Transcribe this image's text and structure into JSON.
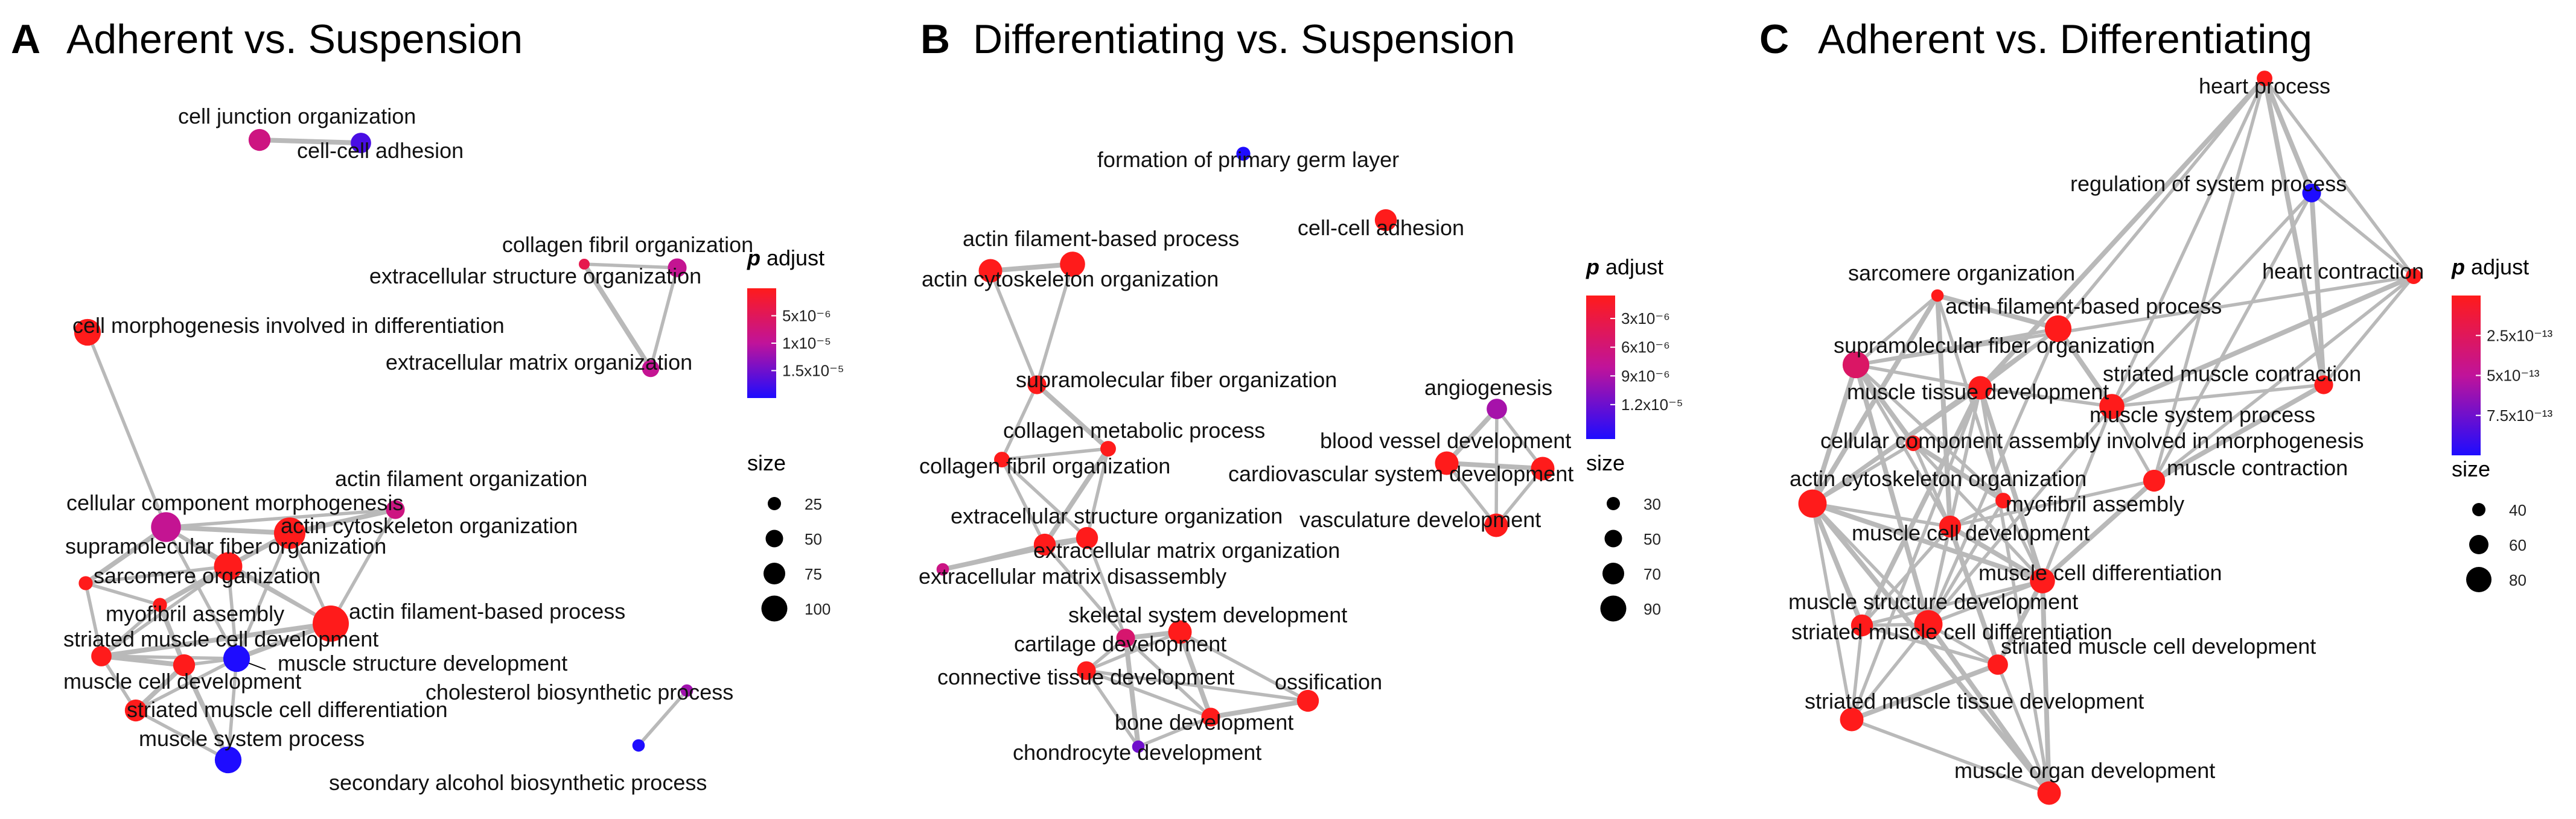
{
  "panels": [
    {
      "letter": "A",
      "title": "Adherent vs. Suspension",
      "nodes": [
        {
          "id": "a1",
          "label": "cell junction organization",
          "size": 55,
          "padj": 7e-06
        },
        {
          "id": "a2",
          "label": "cell-cell adhesion",
          "size": 50,
          "padj": 1.4e-05
        },
        {
          "id": "a3",
          "label": "collagen fibril organization",
          "size": 20,
          "padj": 4e-06
        },
        {
          "id": "a4",
          "label": "extracellular structure organization",
          "size": 45,
          "padj": 8e-06
        },
        {
          "id": "a5",
          "label": "extracellular matrix organization",
          "size": 40,
          "padj": 8e-06
        },
        {
          "id": "a6",
          "label": "cell morphogenesis involved in differentiation",
          "size": 70,
          "padj": 1e-06
        },
        {
          "id": "a7",
          "label": "cellular component morphogenesis",
          "size": 80,
          "padj": 8e-06
        },
        {
          "id": "a8",
          "label": "actin filament organization",
          "size": 45,
          "padj": 7e-06
        },
        {
          "id": "a9",
          "label": "actin cytoskeleton organization",
          "size": 85,
          "padj": 1e-06
        },
        {
          "id": "a10",
          "label": "supramolecular fiber organization",
          "size": 75,
          "padj": 1e-06
        },
        {
          "id": "a11",
          "label": "sarcomere organization",
          "size": 30,
          "padj": 1e-06
        },
        {
          "id": "a12",
          "label": "myofibril assembly",
          "size": 30,
          "padj": 1e-06
        },
        {
          "id": "a13",
          "label": "striated muscle cell development",
          "size": 50,
          "padj": 1e-06
        },
        {
          "id": "a14",
          "label": "actin filament-based process",
          "size": 100,
          "padj": 1e-06
        },
        {
          "id": "a15",
          "label": "muscle structure development",
          "size": 70,
          "padj": 1.6e-05
        },
        {
          "id": "a16",
          "label": "muscle cell development",
          "size": 55,
          "padj": 1e-06
        },
        {
          "id": "a17",
          "label": "striated muscle cell differentiation",
          "size": 55,
          "padj": 1e-06
        },
        {
          "id": "a18",
          "label": "muscle system process",
          "size": 70,
          "padj": 1.6e-05
        },
        {
          "id": "a19",
          "label": "cholesterol biosynthetic process",
          "size": 25,
          "padj": 1e-05
        },
        {
          "id": "a20",
          "label": "secondary alcohol biosynthetic process",
          "size": 25,
          "padj": 1.6e-05
        }
      ],
      "edges": [
        [
          "a1",
          "a2"
        ],
        [
          "a3",
          "a4"
        ],
        [
          "a4",
          "a5"
        ],
        [
          "a3",
          "a5"
        ],
        [
          "a19",
          "a20"
        ],
        [
          "a6",
          "a7"
        ],
        [
          "a7",
          "a9"
        ],
        [
          "a7",
          "a8"
        ],
        [
          "a7",
          "a10"
        ],
        [
          "a7",
          "a11"
        ],
        [
          "a7",
          "a14"
        ],
        [
          "a7",
          "a15"
        ],
        [
          "a8",
          "a9"
        ],
        [
          "a8",
          "a14"
        ],
        [
          "a9",
          "a14"
        ],
        [
          "a9",
          "a10"
        ],
        [
          "a10",
          "a11"
        ],
        [
          "a10",
          "a14"
        ],
        [
          "a10",
          "a12"
        ],
        [
          "a11",
          "a12"
        ],
        [
          "a12",
          "a13"
        ],
        [
          "a13",
          "a16"
        ],
        [
          "a13",
          "a17"
        ],
        [
          "a13",
          "a15"
        ],
        [
          "a14",
          "a15"
        ],
        [
          "a15",
          "a16"
        ],
        [
          "a15",
          "a17"
        ],
        [
          "a16",
          "a17"
        ],
        [
          "a17",
          "a18"
        ],
        [
          "a15",
          "a18"
        ],
        [
          "a16",
          "a18"
        ],
        [
          "a10",
          "a13"
        ],
        [
          "a10",
          "a15"
        ],
        [
          "a14",
          "a13"
        ],
        [
          "a9",
          "a15"
        ],
        [
          "a11",
          "a13"
        ],
        [
          "a12",
          "a16"
        ]
      ],
      "legend": {
        "title_symbol": "p",
        "title_text": " adjust",
        "color_ticks": [
          "5x10⁻⁶",
          "1x10⁻⁵",
          "1.5x10⁻⁵"
        ],
        "size_title": "size",
        "size_ticks": [
          "25",
          "50",
          "75",
          "100"
        ]
      }
    },
    {
      "letter": "B",
      "title": "Differentiating vs. Suspension",
      "nodes": [
        {
          "id": "b1",
          "label": "formation of primary germ layer",
          "size": 30,
          "padj": 1.2e-05
        },
        {
          "id": "b2",
          "label": "cell-cell adhesion",
          "size": 55,
          "padj": 1e-07
        },
        {
          "id": "b3",
          "label": "actin filament-based process",
          "size": 65,
          "padj": 1e-07
        },
        {
          "id": "b4",
          "label": "actin cytoskeleton organization",
          "size": 60,
          "padj": 1e-07
        },
        {
          "id": "b5",
          "label": "supramolecular fiber organization",
          "size": 45,
          "padj": 1e-07
        },
        {
          "id": "b6",
          "label": "collagen metabolic process",
          "size": 35,
          "padj": 1e-07
        },
        {
          "id": "b7",
          "label": "collagen fibril organization",
          "size": 35,
          "padj": 1e-07
        },
        {
          "id": "b8",
          "label": "extracellular structure organization",
          "size": 55,
          "padj": 1e-07
        },
        {
          "id": "b9",
          "label": "extracellular matrix organization",
          "size": 55,
          "padj": 1e-07
        },
        {
          "id": "b10",
          "label": "extracellular matrix disassembly",
          "size": 25,
          "padj": 5e-06
        },
        {
          "id": "b11",
          "label": "angiogenesis",
          "size": 50,
          "padj": 7e-06
        },
        {
          "id": "b12",
          "label": "blood vessel development",
          "size": 60,
          "padj": 1e-07
        },
        {
          "id": "b13",
          "label": "cardiovascular system development",
          "size": 60,
          "padj": 1e-07
        },
        {
          "id": "b14",
          "label": "vasculature development",
          "size": 60,
          "padj": 1e-07
        },
        {
          "id": "b15",
          "label": "skeletal system development",
          "size": 60,
          "padj": 1e-07
        },
        {
          "id": "b16",
          "label": "cartilage development",
          "size": 45,
          "padj": 4e-06
        },
        {
          "id": "b17",
          "label": "connective tissue development",
          "size": 45,
          "padj": 1e-07
        },
        {
          "id": "b18",
          "label": "ossification",
          "size": 55,
          "padj": 1e-07
        },
        {
          "id": "b19",
          "label": "bone development",
          "size": 45,
          "padj": 1e-07
        },
        {
          "id": "b20",
          "label": "chondrocyte development",
          "size": 25,
          "padj": 9e-06
        }
      ],
      "edges": [
        [
          "b3",
          "b4"
        ],
        [
          "b3",
          "b5"
        ],
        [
          "b4",
          "b5"
        ],
        [
          "b5",
          "b6"
        ],
        [
          "b5",
          "b7"
        ],
        [
          "b6",
          "b7"
        ],
        [
          "b6",
          "b8"
        ],
        [
          "b7",
          "b8"
        ],
        [
          "b7",
          "b9"
        ],
        [
          "b8",
          "b9"
        ],
        [
          "b6",
          "b9"
        ],
        [
          "b8",
          "b10"
        ],
        [
          "b9",
          "b10"
        ],
        [
          "b8",
          "b16"
        ],
        [
          "b9",
          "b16"
        ],
        [
          "b11",
          "b12"
        ],
        [
          "b11",
          "b13"
        ],
        [
          "b11",
          "b14"
        ],
        [
          "b12",
          "b13"
        ],
        [
          "b12",
          "b14"
        ],
        [
          "b13",
          "b14"
        ],
        [
          "b15",
          "b16"
        ],
        [
          "b15",
          "b17"
        ],
        [
          "b15",
          "b18"
        ],
        [
          "b15",
          "b19"
        ],
        [
          "b16",
          "b17"
        ],
        [
          "b16",
          "b19"
        ],
        [
          "b16",
          "b20"
        ],
        [
          "b17",
          "b18"
        ],
        [
          "b17",
          "b19"
        ],
        [
          "b18",
          "b19"
        ],
        [
          "b19",
          "b20"
        ],
        [
          "b17",
          "b20"
        ]
      ],
      "legend": {
        "title_symbol": "p",
        "title_text": " adjust",
        "color_ticks": [
          "3x10⁻⁶",
          "6x10⁻⁶",
          "9x10⁻⁶",
          "1.2x10⁻⁵"
        ],
        "size_title": "size",
        "size_ticks": [
          "30",
          "50",
          "70",
          "90"
        ]
      }
    },
    {
      "letter": "C",
      "title": "Adherent vs. Differentiating",
      "nodes": [
        {
          "id": "c1",
          "label": "heart process",
          "size": 35,
          "padj": 1e-14
        },
        {
          "id": "c2",
          "label": "regulation of system process",
          "size": 45,
          "padj": 1e-12
        },
        {
          "id": "c3",
          "label": "heart contraction",
          "size": 35,
          "padj": 1e-14
        },
        {
          "id": "c4",
          "label": "sarcomere organization",
          "size": 25,
          "padj": 1e-14
        },
        {
          "id": "c5",
          "label": "actin filament-based process",
          "size": 70,
          "padj": 1e-14
        },
        {
          "id": "c6",
          "label": "supramolecular fiber organization",
          "size": 70,
          "padj": 3e-13
        },
        {
          "id": "c7",
          "label": "muscle tissue development",
          "size": 60,
          "padj": 1e-14
        },
        {
          "id": "c8",
          "label": "striated muscle contraction",
          "size": 45,
          "padj": 1e-14
        },
        {
          "id": "c9",
          "label": "muscle system process",
          "size": 65,
          "padj": 1e-14
        },
        {
          "id": "c10",
          "label": "cellular component assembly involved in morphogenesis",
          "size": 35,
          "padj": 1e-14
        },
        {
          "id": "c11",
          "label": "muscle contraction",
          "size": 55,
          "padj": 1e-14
        },
        {
          "id": "c12",
          "label": "actin cytoskeleton organization",
          "size": 75,
          "padj": 1e-14
        },
        {
          "id": "c13",
          "label": "myofibril assembly",
          "size": 35,
          "padj": 1e-14
        },
        {
          "id": "c14",
          "label": "muscle cell development",
          "size": 55,
          "padj": 1e-14
        },
        {
          "id": "c15",
          "label": "muscle cell differentiation",
          "size": 65,
          "padj": 1e-14
        },
        {
          "id": "c16",
          "label": "muscle structure development",
          "size": 75,
          "padj": 1e-14
        },
        {
          "id": "c17",
          "label": "striated muscle cell differentiation",
          "size": 55,
          "padj": 1e-14
        },
        {
          "id": "c18",
          "label": "striated muscle cell development",
          "size": 50,
          "padj": 1e-14
        },
        {
          "id": "c19",
          "label": "striated muscle tissue development",
          "size": 60,
          "padj": 1e-14
        },
        {
          "id": "c20",
          "label": "muscle organ development",
          "size": 60,
          "padj": 1e-14
        }
      ],
      "edges": [
        [
          "c1",
          "c2"
        ],
        [
          "c1",
          "c3"
        ],
        [
          "c1",
          "c5"
        ],
        [
          "c1",
          "c8"
        ],
        [
          "c1",
          "c9"
        ],
        [
          "c1",
          "c11"
        ],
        [
          "c1",
          "c7"
        ],
        [
          "c2",
          "c3"
        ],
        [
          "c2",
          "c9"
        ],
        [
          "c2",
          "c8"
        ],
        [
          "c2",
          "c11"
        ],
        [
          "c3",
          "c8"
        ],
        [
          "c3",
          "c9"
        ],
        [
          "c3",
          "c11"
        ],
        [
          "c3",
          "c6"
        ],
        [
          "c4",
          "c5"
        ],
        [
          "c4",
          "c6"
        ],
        [
          "c4",
          "c13"
        ],
        [
          "c4",
          "c14"
        ],
        [
          "c5",
          "c6"
        ],
        [
          "c5",
          "c12"
        ],
        [
          "c5",
          "c9"
        ],
        [
          "c5",
          "c7"
        ],
        [
          "c6",
          "c7"
        ],
        [
          "c6",
          "c12"
        ],
        [
          "c6",
          "c13"
        ],
        [
          "c6",
          "c14"
        ],
        [
          "c6",
          "c10"
        ],
        [
          "c7",
          "c16"
        ],
        [
          "c7",
          "c19"
        ],
        [
          "c7",
          "c15"
        ],
        [
          "c7",
          "c14"
        ],
        [
          "c8",
          "c9"
        ],
        [
          "c8",
          "c11"
        ],
        [
          "c9",
          "c11"
        ],
        [
          "c9",
          "c16"
        ],
        [
          "c10",
          "c13"
        ],
        [
          "c10",
          "c12"
        ],
        [
          "c11",
          "c14"
        ],
        [
          "c11",
          "c15"
        ],
        [
          "c12",
          "c14"
        ],
        [
          "c12",
          "c16"
        ],
        [
          "c12",
          "c15"
        ],
        [
          "c13",
          "c14"
        ],
        [
          "c13",
          "c15"
        ],
        [
          "c14",
          "c15"
        ],
        [
          "c14",
          "c16"
        ],
        [
          "c14",
          "c17"
        ],
        [
          "c14",
          "c18"
        ],
        [
          "c15",
          "c16"
        ],
        [
          "c15",
          "c17"
        ],
        [
          "c15",
          "c18"
        ],
        [
          "c16",
          "c17"
        ],
        [
          "c16",
          "c19"
        ],
        [
          "c16",
          "c20"
        ],
        [
          "c17",
          "c18"
        ],
        [
          "c17",
          "c19"
        ],
        [
          "c18",
          "c19"
        ],
        [
          "c18",
          "c20"
        ],
        [
          "c19",
          "c20"
        ],
        [
          "c15",
          "c20"
        ],
        [
          "c7",
          "c20"
        ],
        [
          "c12",
          "c19"
        ],
        [
          "c6",
          "c16"
        ],
        [
          "c5",
          "c16"
        ],
        [
          "c10",
          "c15"
        ],
        [
          "c12",
          "c17"
        ],
        [
          "c9",
          "c15"
        ],
        [
          "c7",
          "c9"
        ],
        [
          "c4",
          "c12"
        ],
        [
          "c10",
          "c14"
        ],
        [
          "c13",
          "c16"
        ],
        [
          "c7",
          "c17"
        ],
        [
          "c7",
          "c12"
        ],
        [
          "c16",
          "c18"
        ],
        [
          "c12",
          "c20"
        ]
      ],
      "legend": {
        "title_symbol": "p",
        "title_text": " adjust",
        "color_ticks": [
          "2.5x10⁻¹³",
          "5x10⁻¹³",
          "7.5x10⁻¹³"
        ],
        "size_title": "size",
        "size_ticks": [
          "40",
          "60",
          "80"
        ]
      }
    }
  ],
  "colors": {
    "low": "#ff1b1b",
    "mid": "#c0139a",
    "high": "#1e0cff",
    "edge": "#b9b9b9"
  }
}
